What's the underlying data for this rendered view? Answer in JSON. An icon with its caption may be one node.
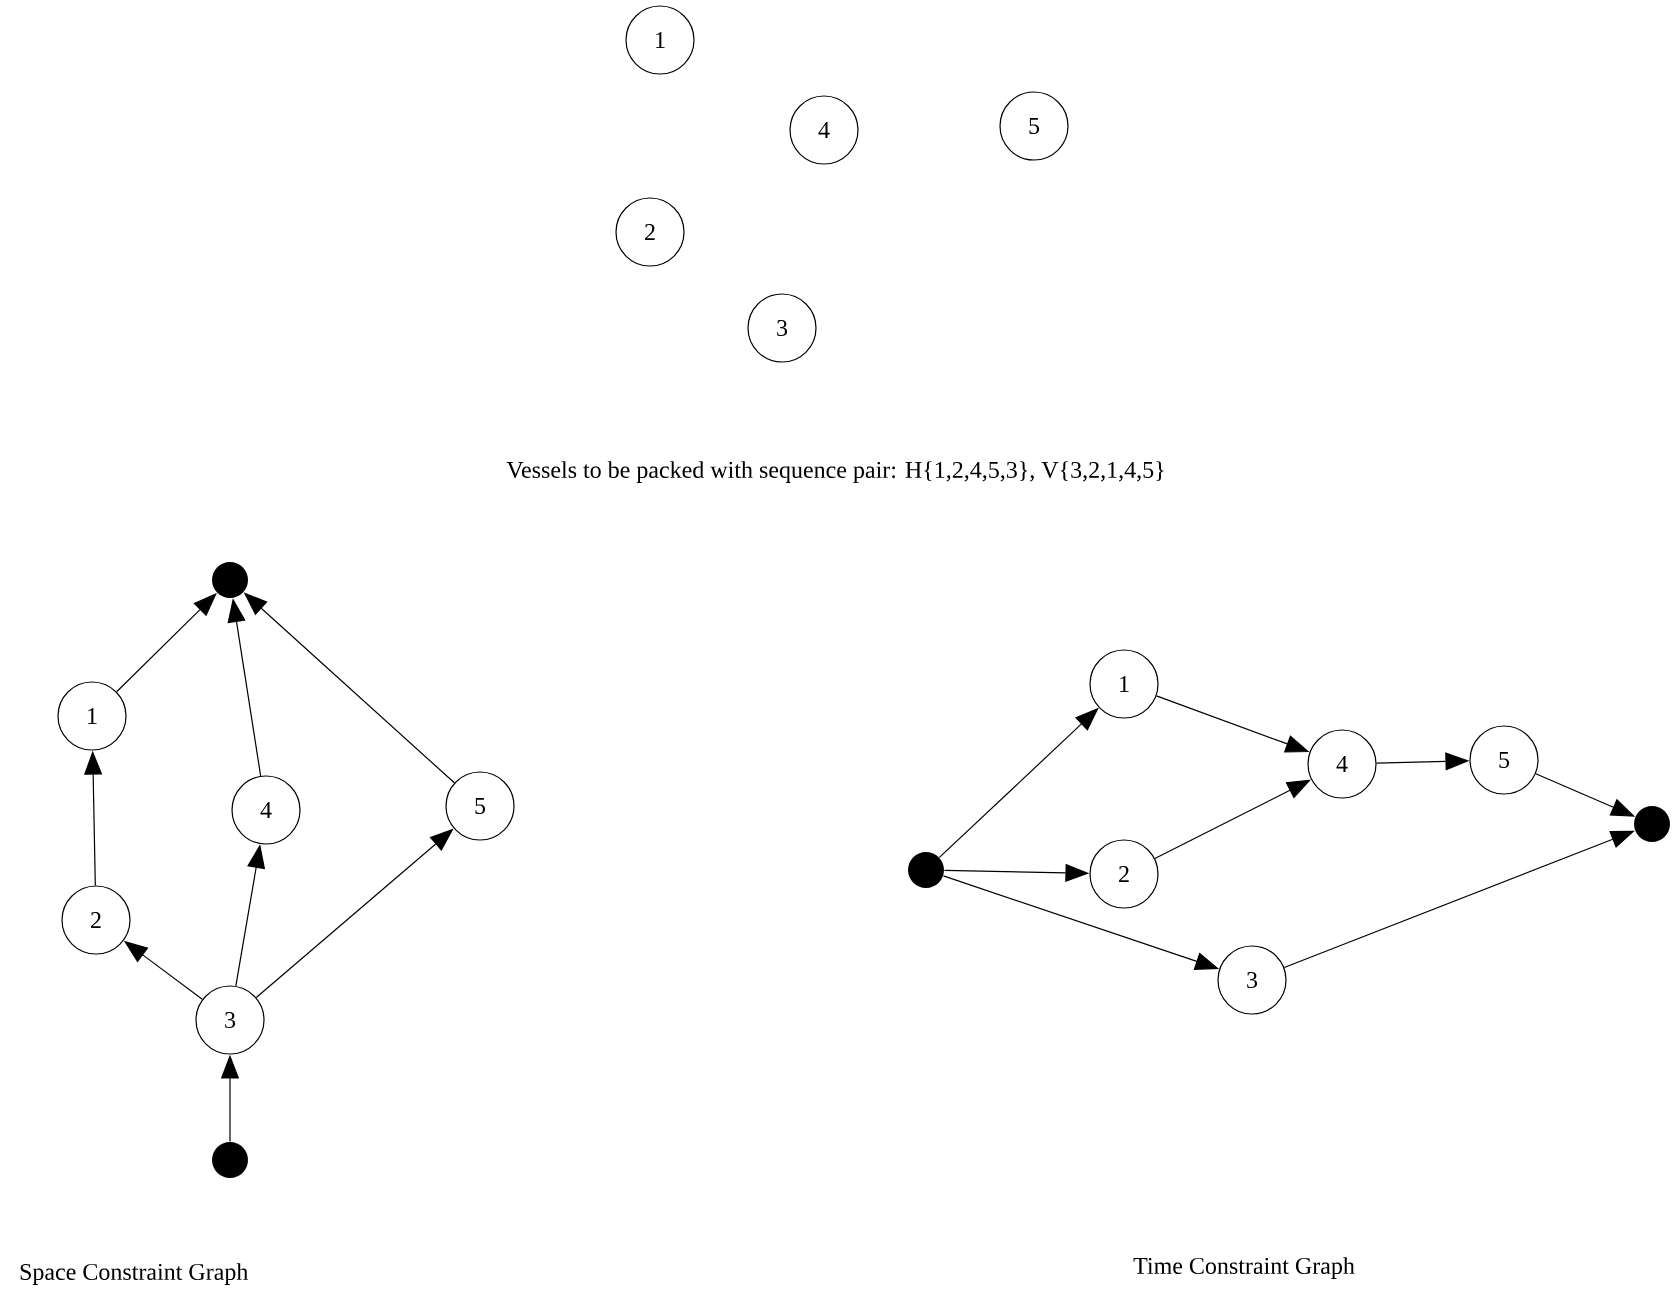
{
  "diagram": {
    "nodes": [
      {
        "text": [
          "1"
        ]
      },
      {
        "text": [
          "4"
        ]
      },
      {
        "text": [
          "5"
        ]
      },
      {
        "text": [
          "2"
        ]
      },
      {
        "text": [
          "3"
        ]
      },
      {
        "text": [],
        "shape": "circle"
      },
      {
        "text": [
          "1"
        ]
      },
      {
        "text": [
          "4"
        ]
      },
      {
        "text": [
          "5"
        ]
      },
      {
        "text": [
          "2"
        ]
      },
      {
        "text": [
          "3"
        ]
      },
      {
        "text": [],
        "shape": "circle"
      },
      {
        "text": [
          "1"
        ]
      },
      {
        "text": [
          "5"
        ]
      },
      {
        "text": [
          "4"
        ]
      },
      {
        "text": [],
        "shape": "circle"
      },
      {
        "text": [],
        "shape": "circle"
      },
      {
        "text": [
          "2"
        ]
      },
      {
        "text": [
          "3"
        ]
      }
    ],
    "edges": [
      {
        "from": 6,
        "to": 5,
        "arrow": "to"
      },
      {
        "from": 7,
        "to": 5,
        "arrow": "to"
      },
      {
        "from": 8,
        "to": 5,
        "arrow": "to"
      },
      {
        "from": 9,
        "to": 6,
        "arrow": "to"
      },
      {
        "from": 10,
        "to": 9,
        "arrow": "to"
      },
      {
        "from": 10,
        "to": 7,
        "arrow": "to"
      },
      {
        "from": 10,
        "to": 8,
        "arrow": "to"
      },
      {
        "from": 11,
        "to": 10,
        "arrow": "to"
      },
      {
        "from": 16,
        "to": 12,
        "arrow": "to"
      },
      {
        "from": 16,
        "to": 17,
        "arrow": "to"
      },
      {
        "from": 16,
        "to": 18,
        "arrow": "to"
      },
      {
        "from": 12,
        "to": 14,
        "arrow": "to"
      },
      {
        "from": 17,
        "to": 14,
        "arrow": "to"
      },
      {
        "from": 14,
        "to": 13,
        "arrow": "to"
      },
      {
        "from": 13,
        "to": 15,
        "arrow": "to"
      },
      {
        "from": 18,
        "to": 15,
        "arrow": "to"
      }
    ],
    "labels": [
      "Vessels to be packed with sequence pair: H{1,2,4,5,3}, V{3,2,1,4,5}",
      "Space Constraint Graph",
      "Time Constraint Graph"
    ]
  }
}
